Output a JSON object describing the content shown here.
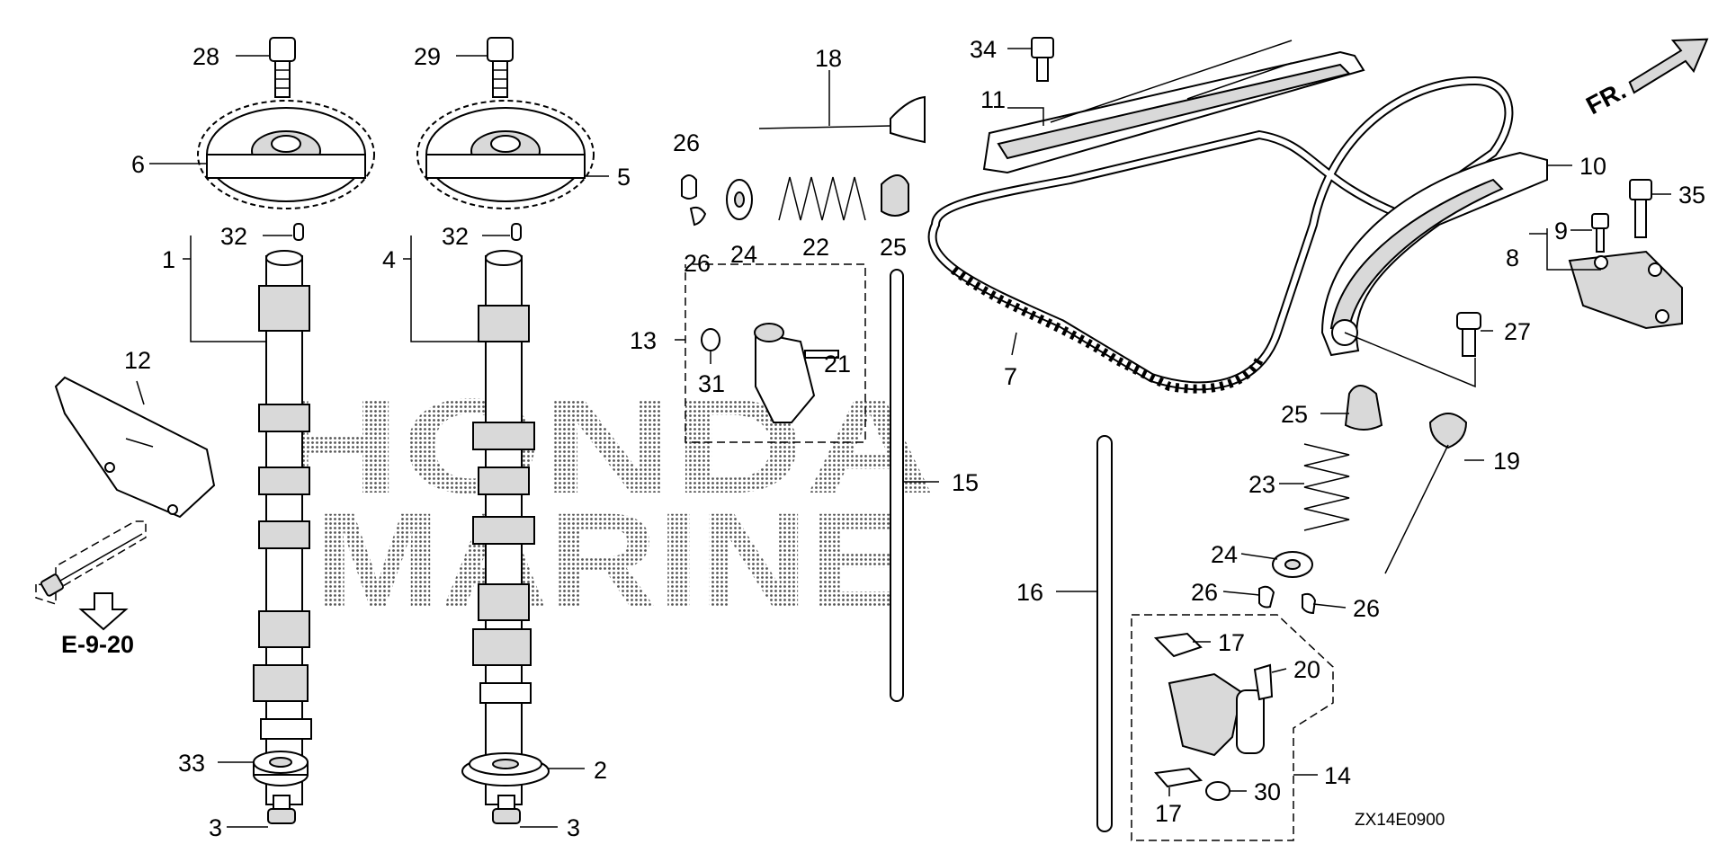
{
  "diagram": {
    "watermark": {
      "line1": "HONDA",
      "line2": "MARINE"
    },
    "reference": "E-9-20",
    "direction": "FR.",
    "code": "ZX14E0900",
    "callouts": [
      {
        "id": "c28",
        "text": "28"
      },
      {
        "id": "c29",
        "text": "29"
      },
      {
        "id": "c6",
        "text": "6"
      },
      {
        "id": "c5",
        "text": "5"
      },
      {
        "id": "c32a",
        "text": "32"
      },
      {
        "id": "c32b",
        "text": "32"
      },
      {
        "id": "c1",
        "text": "1"
      },
      {
        "id": "c4",
        "text": "4"
      },
      {
        "id": "c12",
        "text": "12"
      },
      {
        "id": "c33",
        "text": "33"
      },
      {
        "id": "c2",
        "text": "2"
      },
      {
        "id": "c3a",
        "text": "3"
      },
      {
        "id": "c3b",
        "text": "3"
      },
      {
        "id": "c18",
        "text": "18"
      },
      {
        "id": "c26a",
        "text": "26"
      },
      {
        "id": "c26b",
        "text": "26"
      },
      {
        "id": "c24a",
        "text": "24"
      },
      {
        "id": "c22",
        "text": "22"
      },
      {
        "id": "c25a",
        "text": "25"
      },
      {
        "id": "c13",
        "text": "13"
      },
      {
        "id": "c31",
        "text": "31"
      },
      {
        "id": "c21",
        "text": "21"
      },
      {
        "id": "c15",
        "text": "15"
      },
      {
        "id": "c34",
        "text": "34"
      },
      {
        "id": "c11",
        "text": "11"
      },
      {
        "id": "c10",
        "text": "10"
      },
      {
        "id": "c35",
        "text": "35"
      },
      {
        "id": "c9",
        "text": "9"
      },
      {
        "id": "c8",
        "text": "8"
      },
      {
        "id": "c27",
        "text": "27"
      },
      {
        "id": "c7",
        "text": "7"
      },
      {
        "id": "c25b",
        "text": "25"
      },
      {
        "id": "c19",
        "text": "19"
      },
      {
        "id": "c23",
        "text": "23"
      },
      {
        "id": "c24b",
        "text": "24"
      },
      {
        "id": "c16",
        "text": "16"
      },
      {
        "id": "c26c",
        "text": "26"
      },
      {
        "id": "c26d",
        "text": "26"
      },
      {
        "id": "c17a",
        "text": "17"
      },
      {
        "id": "c20",
        "text": "20"
      },
      {
        "id": "c14",
        "text": "14"
      },
      {
        "id": "c30",
        "text": "30"
      },
      {
        "id": "c17b",
        "text": "17"
      }
    ]
  }
}
